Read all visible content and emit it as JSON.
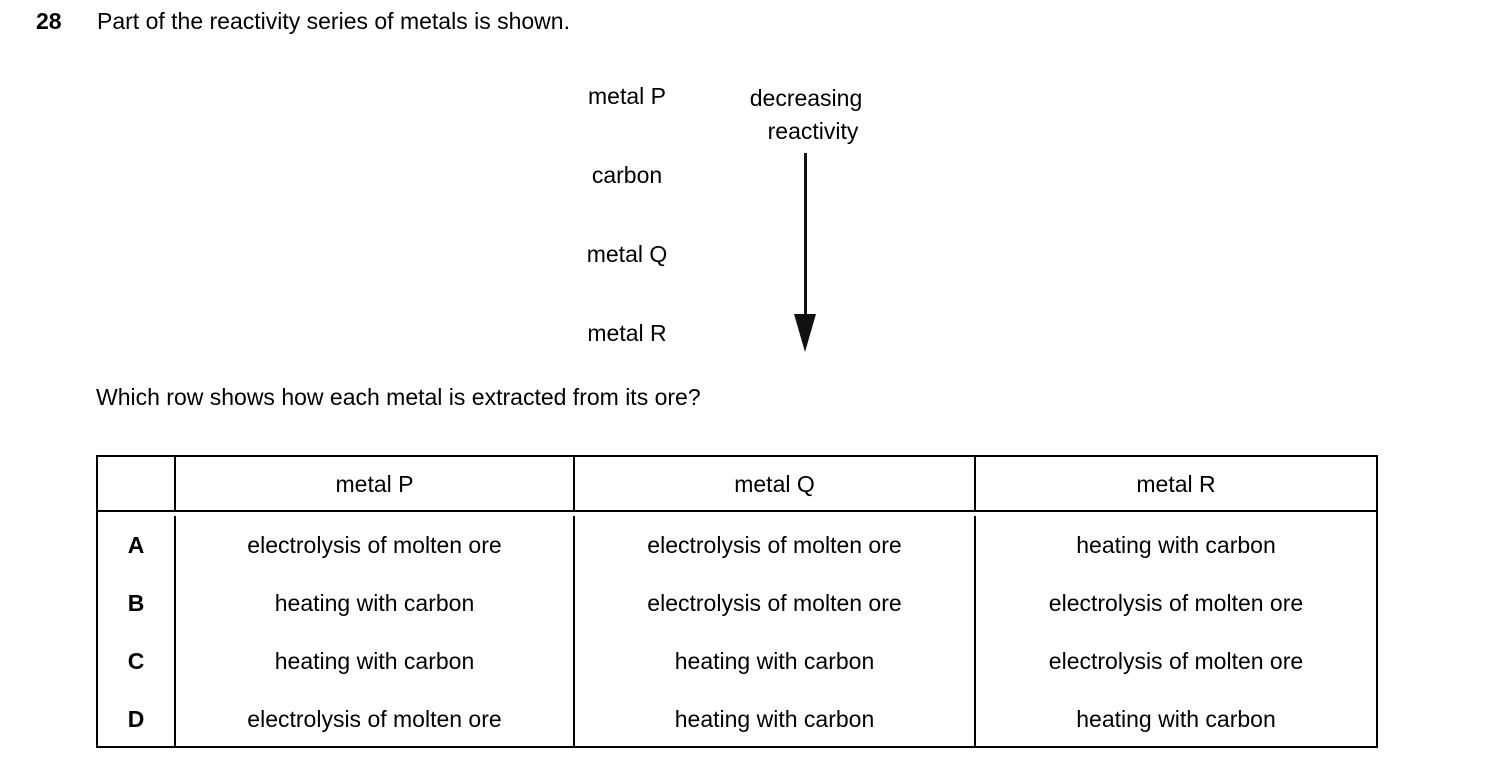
{
  "question": {
    "number": "28",
    "stem": "Part of the reactivity series of metals is shown.",
    "prompt": "Which row shows how each metal is extracted from its ore?"
  },
  "diagram": {
    "series_labels": [
      "metal P",
      "carbon",
      "metal Q",
      "metal R"
    ],
    "arrow_caption_line1": "decreasing",
    "arrow_caption_line2": "reactivity",
    "arrow_direction": "down",
    "arrow_color": "#111111"
  },
  "options_table": {
    "headers": [
      "",
      "metal P",
      "metal Q",
      "metal R"
    ],
    "rows": [
      {
        "label": "A",
        "metal_p": "electrolysis of molten ore",
        "metal_q": "electrolysis of molten ore",
        "metal_r": "heating with carbon"
      },
      {
        "label": "B",
        "metal_p": "heating with carbon",
        "metal_q": "electrolysis of molten ore",
        "metal_r": "electrolysis of molten ore"
      },
      {
        "label": "C",
        "metal_p": "heating with carbon",
        "metal_q": "heating with carbon",
        "metal_r": "electrolysis of molten ore"
      },
      {
        "label": "D",
        "metal_p": "electrolysis of molten ore",
        "metal_q": "heating with carbon",
        "metal_r": "heating with carbon"
      }
    ]
  }
}
